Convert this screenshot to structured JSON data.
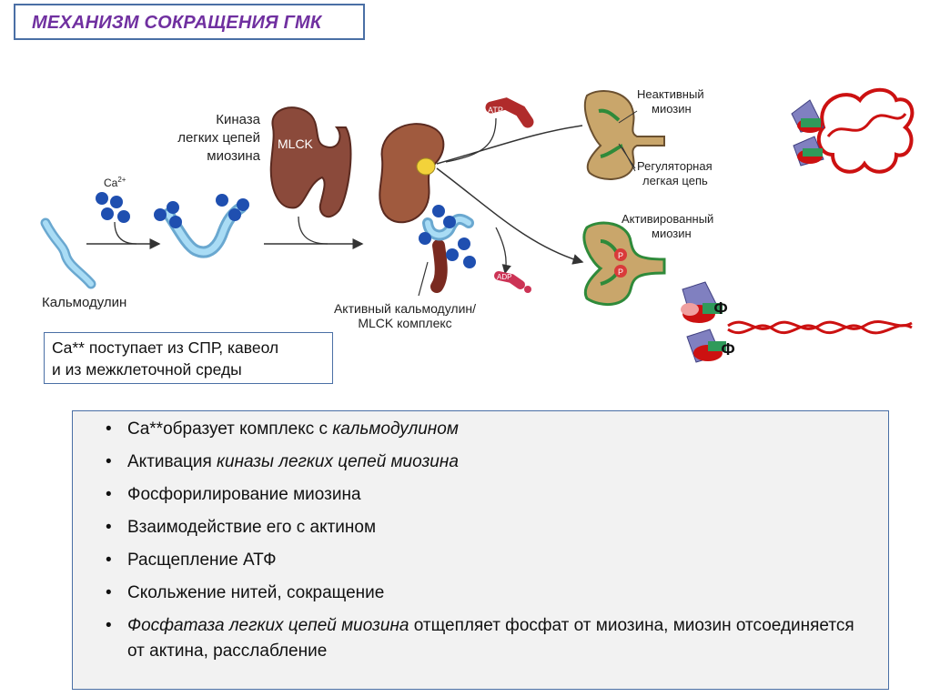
{
  "title": "МЕХАНИЗМ СОКРАЩЕНИЯ ГМК",
  "labels": {
    "kinase_line1": "Киназа",
    "kinase_line2": "легких цепей",
    "kinase_line3": "миозина",
    "ca": "Ca",
    "ca_sup": "2+",
    "mlck": "MLCK",
    "calmodulin": "Кальмодулин",
    "active_complex_line1": "Активный кальмодулин/",
    "active_complex_line2": "MLCK комплекс",
    "atp": "ATP",
    "adp": "ADP",
    "inactive_myosin_line1": "Неактивный",
    "inactive_myosin_line2": "миозин",
    "regulatory_line1": "Регуляторная",
    "regulatory_line2": "легкая цепь",
    "activated_myosin_line1": "Активированный",
    "activated_myosin_line2": "миозин",
    "p": "P",
    "phi": "Ф"
  },
  "ca_box": {
    "line1": "Ca** поступает из СПР, кавеол",
    "line2": "и из межклеточной среды"
  },
  "bullets": [
    {
      "plain": "Ca**образует комплекс с ",
      "italic": "кальмодулином",
      "after": ""
    },
    {
      "plain": "Активация ",
      "italic": "киназы легких цепей миозина",
      "after": ""
    },
    {
      "plain": "Фосфорилирование миозина",
      "italic": "",
      "after": ""
    },
    {
      "plain": "Взаимодействие его с актином",
      "italic": "",
      "after": ""
    },
    {
      "plain": "Расщепление АТФ",
      "italic": "",
      "after": ""
    },
    {
      "plain": "Скольжение нитей, сокращение",
      "italic": "",
      "after": ""
    },
    {
      "plain": "",
      "italic": "Фосфатаза легких цепей миозина",
      "after": " отщепляет фосфат от миозина, миозин отсоединяется от актина, расслабление"
    }
  ],
  "colors": {
    "title": "#7030a0",
    "border": "#4a6fa5",
    "calcium": "#1f4fb0",
    "calmodulin": "#8ec9ea",
    "mlck": "#8b4a3b",
    "myosin": "#c9a66b",
    "actin": "#cc1111"
  }
}
